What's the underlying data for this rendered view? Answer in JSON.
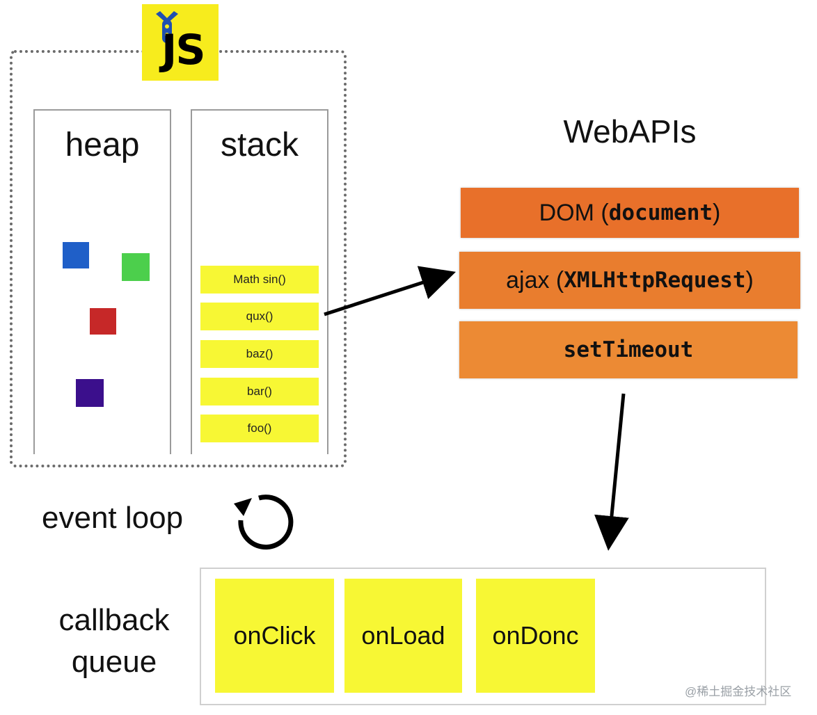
{
  "runtime": {
    "logo_text": "JS",
    "heap": {
      "title": "heap",
      "objects": [
        {
          "color": "#1f5fc8"
        },
        {
          "color": "#4ccf4c"
        },
        {
          "color": "#c62828"
        },
        {
          "color": "#3b0f8c"
        }
      ]
    },
    "stack": {
      "title": "stack",
      "frames": [
        "Math sin()",
        "qux()",
        "baz()",
        "bar()",
        "foo()"
      ]
    }
  },
  "webapis": {
    "title": "WebAPIs",
    "dom": {
      "label": "DOM (",
      "code": "document",
      "close": ")"
    },
    "ajax": {
      "label": "ajax (",
      "code": "XMLHttpRequest",
      "close": ")"
    },
    "timeout": {
      "code": "setTimeout"
    }
  },
  "event_loop": {
    "label": "event loop"
  },
  "callback_queue": {
    "label_line1": "callback",
    "label_line2": "queue",
    "items": [
      "onClick",
      "onLoad",
      "onDonc"
    ]
  },
  "watermark": "@稀土掘金技术社区",
  "colors": {
    "callback_yellow": "#f7f734",
    "js_yellow": "#f7ec1d",
    "api_orange": "#e8702a"
  }
}
